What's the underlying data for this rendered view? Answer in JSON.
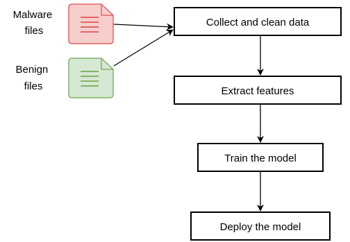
{
  "sources": [
    {
      "lines": [
        "Malware",
        "files"
      ],
      "icon": "malware-file-icon",
      "fill": "#f8cecc",
      "stroke": "#e06666"
    },
    {
      "lines": [
        "Benign",
        "files"
      ],
      "icon": "benign-file-icon",
      "fill": "#d5e8d4",
      "stroke": "#82b366"
    }
  ],
  "steps": [
    {
      "label": "Collect and clean data"
    },
    {
      "label": "Extract features"
    },
    {
      "label": "Train the model"
    },
    {
      "label": "Deploy the model"
    }
  ]
}
